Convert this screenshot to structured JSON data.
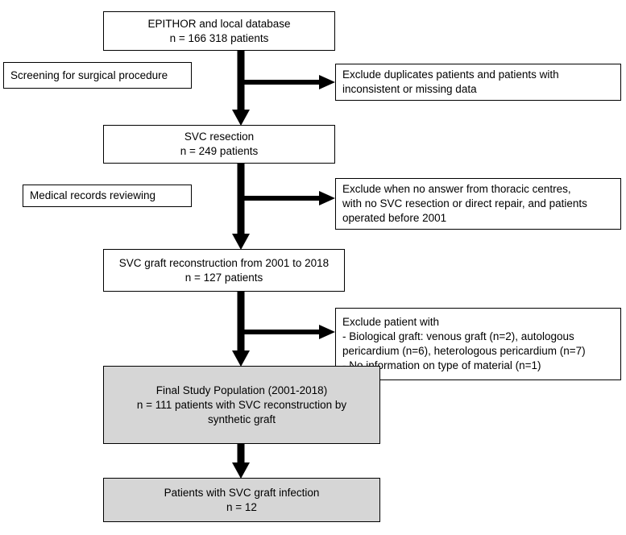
{
  "flow": {
    "database": {
      "lines": [
        "EPITHOR and local database",
        "n = 166 318 patients"
      ]
    },
    "screening_step": {
      "label": "Screening for surgical procedure"
    },
    "exclusion_1": {
      "lines": [
        "Exclude duplicates patients and patients with",
        "inconsistent or missing data"
      ]
    },
    "svc_resection": {
      "lines": [
        "SVC resection",
        "n = 249 patients"
      ]
    },
    "review_step": {
      "label": "Medical records reviewing"
    },
    "exclusion_2": {
      "lines": [
        "Exclude when no answer from thoracic centres,",
        "with no SVC resection or direct repair, and patients",
        "operated before 2001"
      ]
    },
    "graft_reconstruction": {
      "lines": [
        "SVC graft reconstruction from 2001 to 2018",
        "n = 127 patients"
      ]
    },
    "exclusion_3": {
      "lines": [
        "Exclude patient with",
        "- Biological graft: venous graft (n=2), autologous",
        "pericardium (n=6), heterologous pericardium (n=7)",
        "- No information on type of material (n=1)"
      ]
    },
    "final_population": {
      "lines": [
        "Final Study Population (2001-2018)",
        "n = 111 patients with SVC reconstruction by",
        "synthetic graft"
      ]
    },
    "graft_infection": {
      "lines": [
        "Patients with SVC graft infection",
        "n = 12"
      ]
    }
  },
  "colors": {
    "box_border": "#000000",
    "highlight_fill": "#d6d6d6",
    "arrow": "#000000"
  }
}
